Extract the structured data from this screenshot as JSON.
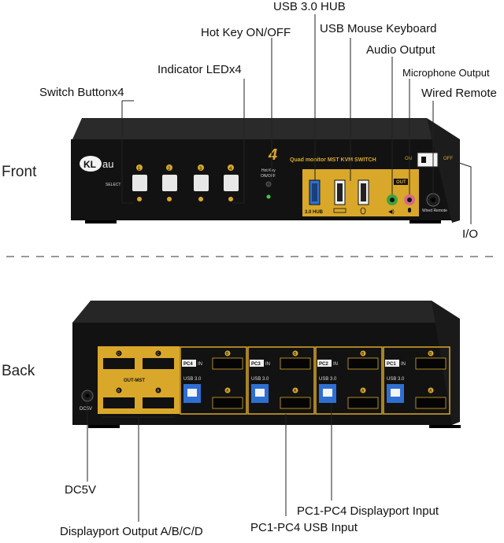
{
  "sections": {
    "front": "Front",
    "back": "Back"
  },
  "front_labels": {
    "usb_hub": "USB 3.0 HUB",
    "hotkey": "Hot Key ON/OFF",
    "usb_mk": "USB Mouse Keyboard",
    "audio_out": "Audio Output",
    "indicator": "Indicator LEDx4",
    "mic_out": "Microphone Output",
    "switch": "Switch Buttonx4",
    "wired_remote": "Wired Remote",
    "io": "I/O"
  },
  "back_labels": {
    "dc5v": "DC5V",
    "dp_out": "Displayport Output A/B/C/D",
    "pc_dp": "PC1-PC4 Displayport Input",
    "pc_usb": "PC1-PC4 USB Input"
  },
  "device_front": {
    "brand_kl": "KL",
    "brand_au": "au",
    "model_num": "4",
    "model_text": "Quad monitor MST KVM SWITCH",
    "select": "SELECT",
    "btn1": "1",
    "btn2": "2",
    "btn3": "3",
    "btn4": "4",
    "hotkey_line1": "Hot Key",
    "hotkey_line2": "ON/OFF",
    "usb30hub": "3.0 HUB",
    "out": "OUT",
    "on": "ON",
    "off": "OFF",
    "wired_remote": "Wired Remote"
  },
  "device_back": {
    "out_mst": "OUT-MST",
    "dc5v": "DC5V",
    "pc4": "PC4",
    "pc3": "PC3",
    "pc2": "PC2",
    "pc1": "PC1",
    "in": "IN",
    "usb30": "USB 3.0",
    "a": "A",
    "b": "B",
    "c": "C",
    "d": "D"
  },
  "colors": {
    "gold": "#d9a82a",
    "body": "#121212",
    "usb_blue": "#2f6fd1",
    "audio_green": "#3aa340",
    "mic_pink": "#d46a8a"
  }
}
